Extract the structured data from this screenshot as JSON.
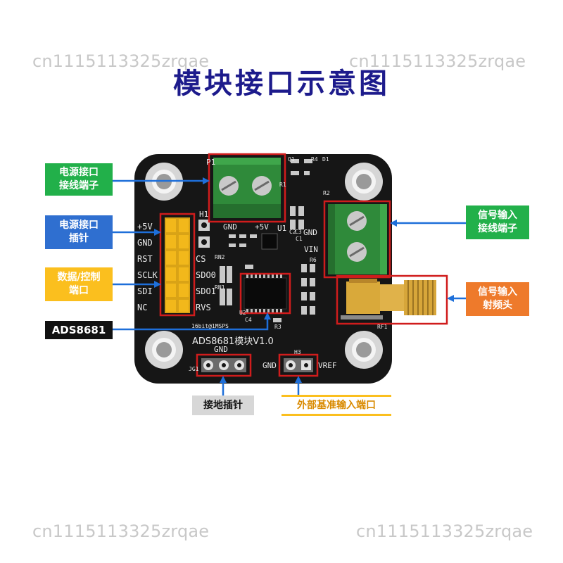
{
  "watermark": "cn1115113325zrqae",
  "title": "模块接口示意图",
  "callouts": {
    "power_terminal": "电源接口\n接线端子",
    "power_pins": "电源接口\n插针",
    "data_port": "数据/控制\n端口",
    "chip": "ADS8681",
    "signal_terminal": "信号输入\n接线端子",
    "signal_rf": "信号输入\n射频头",
    "ground_pins": "接地插针",
    "vref_port": "外部基准输入端口"
  },
  "board": {
    "p1": "P1",
    "terminal_gnd": "GND",
    "terminal_5v": "+5V",
    "h1": "H1",
    "u1": "U1",
    "q1": "Q1",
    "r4": "R4",
    "d1": "D1",
    "r1": "R1",
    "r2": "R2",
    "c1": "C1",
    "c2": "C2",
    "c3": "C3",
    "c4": "C4",
    "gnd_right": "GND",
    "vin": "VIN",
    "r6": "R6",
    "rn1": "RN1",
    "rn2": "RN2",
    "r3": "R3",
    "u2": "U2",
    "rf1": "RF1",
    "spec": "16bit@1MSPS",
    "model": "ADS8681模块V1.0",
    "jg1": "JG1",
    "gnd_bottom": "GND",
    "h3": "H3",
    "gnd_h3": "GND",
    "vref": "VREF",
    "pins_left": [
      "+5V",
      "GND",
      "RST",
      "SCLK",
      "SDI",
      "NC"
    ],
    "pins_right": [
      "CS",
      "SDO0",
      "SDO1",
      "RVS"
    ]
  },
  "colors": {
    "title": "#1d1b8c",
    "highlight": "#d01c1c",
    "arrow": "#1e6fd9",
    "pcb": "#161616",
    "terminal_green": "#2f8a3a",
    "header_gold": "#f2b81b"
  }
}
